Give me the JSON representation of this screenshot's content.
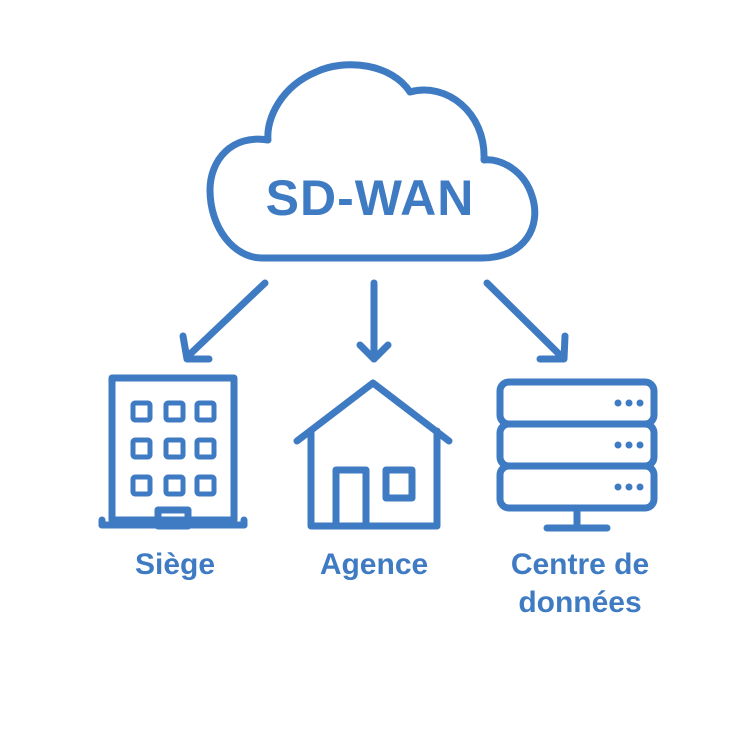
{
  "diagram": {
    "cloud_label": "SD-WAN",
    "nodes": [
      {
        "id": "siege",
        "label": "Siège",
        "icon": "office-building-icon"
      },
      {
        "id": "agence",
        "label": "Agence",
        "icon": "house-icon"
      },
      {
        "id": "datacenter",
        "label_line1": "Centre de",
        "label_line2": "données",
        "icon": "server-rack-icon"
      }
    ],
    "colors": {
      "stroke": "#3f7bc3",
      "text": "#3f7bc3",
      "background": "#ffffff"
    }
  }
}
